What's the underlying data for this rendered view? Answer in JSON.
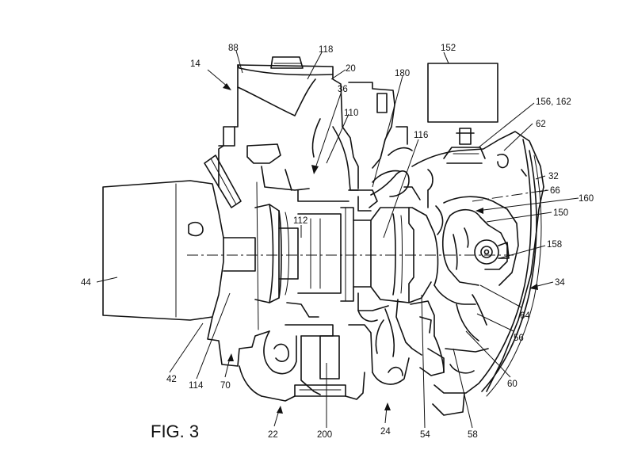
{
  "figure": {
    "caption": "FIG. 3",
    "labels": {
      "l14": "14",
      "l88": "88",
      "l118": "118",
      "l20": "20",
      "l36": "36",
      "l110": "110",
      "l180": "180",
      "l152": "152",
      "l156_162": "156, 162",
      "l62": "62",
      "l116": "116",
      "l32": "32",
      "l66": "66",
      "l160": "160",
      "l150": "150",
      "l112": "112",
      "l158": "158",
      "l44": "44",
      "l34": "34",
      "l64": "64",
      "l56": "56",
      "l42": "42",
      "l114": "114",
      "l70": "70",
      "l60": "60",
      "l22": "22",
      "l200": "200",
      "l24": "24",
      "l54": "54",
      "l58": "58"
    }
  }
}
